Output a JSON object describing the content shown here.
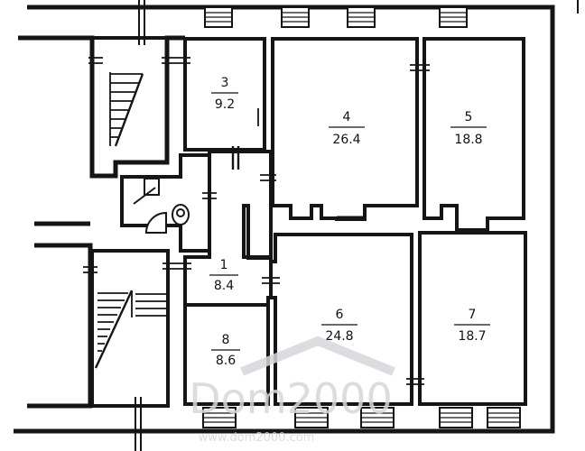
{
  "rooms": [
    {
      "number": "3",
      "area": "9.2"
    },
    {
      "number": "4",
      "area": "26.4"
    },
    {
      "number": "5",
      "area": "18.8"
    },
    {
      "number": "1",
      "area": "8.4"
    },
    {
      "number": "6",
      "area": "24.8"
    },
    {
      "number": "7",
      "area": "18.7"
    },
    {
      "number": "8",
      "area": "8.6"
    }
  ],
  "watermark": {
    "brand": "Dom2000",
    "url": "www.dom2000.com"
  },
  "colors": {
    "wall": "#151515",
    "fill": "#ffffff",
    "watermark": "#d5d7da"
  }
}
